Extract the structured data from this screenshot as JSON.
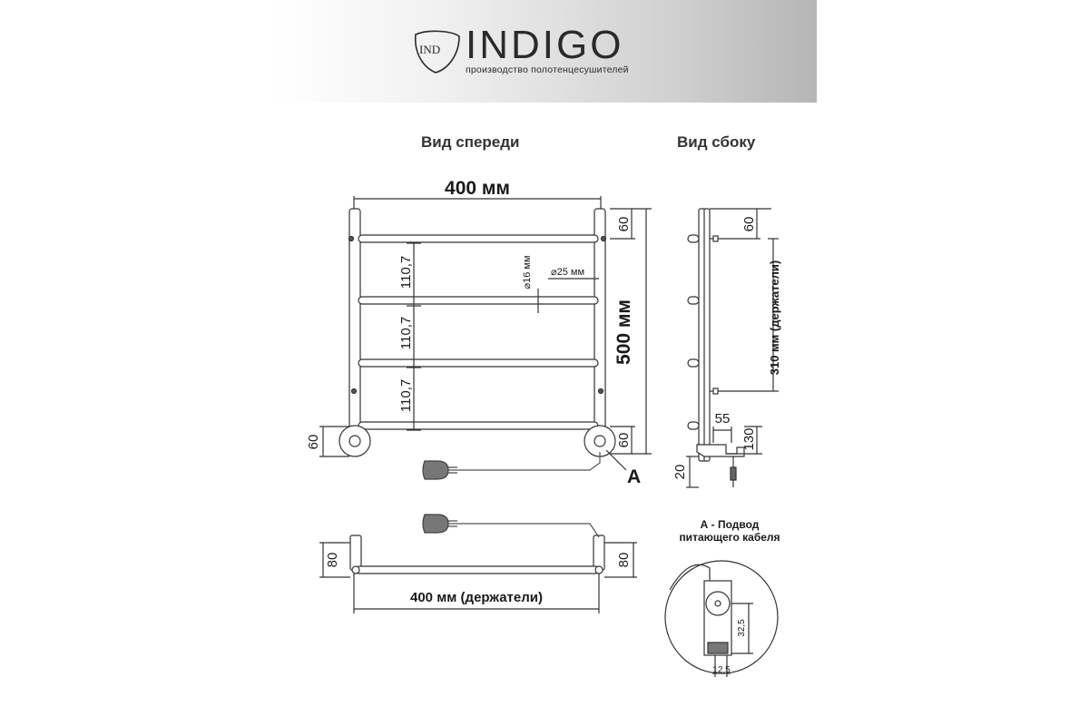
{
  "brand": {
    "logo_text": "IND",
    "name": "INDIGO",
    "tagline": "производство полотенцесушителей"
  },
  "headings": {
    "front": "Вид спереди",
    "side": "Вид сбоку"
  },
  "front_view": {
    "width": "400 мм",
    "height": "500 мм",
    "top_offset": "60",
    "bottom_offset_right": "60",
    "bottom_offset_left": "60",
    "spacing": [
      "110,7",
      "110,7",
      "110,7"
    ],
    "rung_diameter": "⌀16 мм",
    "post_diameter": "⌀25 мм",
    "marker": "A"
  },
  "top_view": {
    "width": "400 мм (держатели)",
    "depth_left": "80",
    "depth_right": "80"
  },
  "side_view": {
    "top_offset": "60",
    "holders": "310 мм (держатели)",
    "depth": "55",
    "bottom_offset": "130",
    "base": "20"
  },
  "detail_a": {
    "title_line1": "А - Подвод",
    "title_line2": "питающего кабеля",
    "height": "32,5",
    "width": "12,5"
  }
}
